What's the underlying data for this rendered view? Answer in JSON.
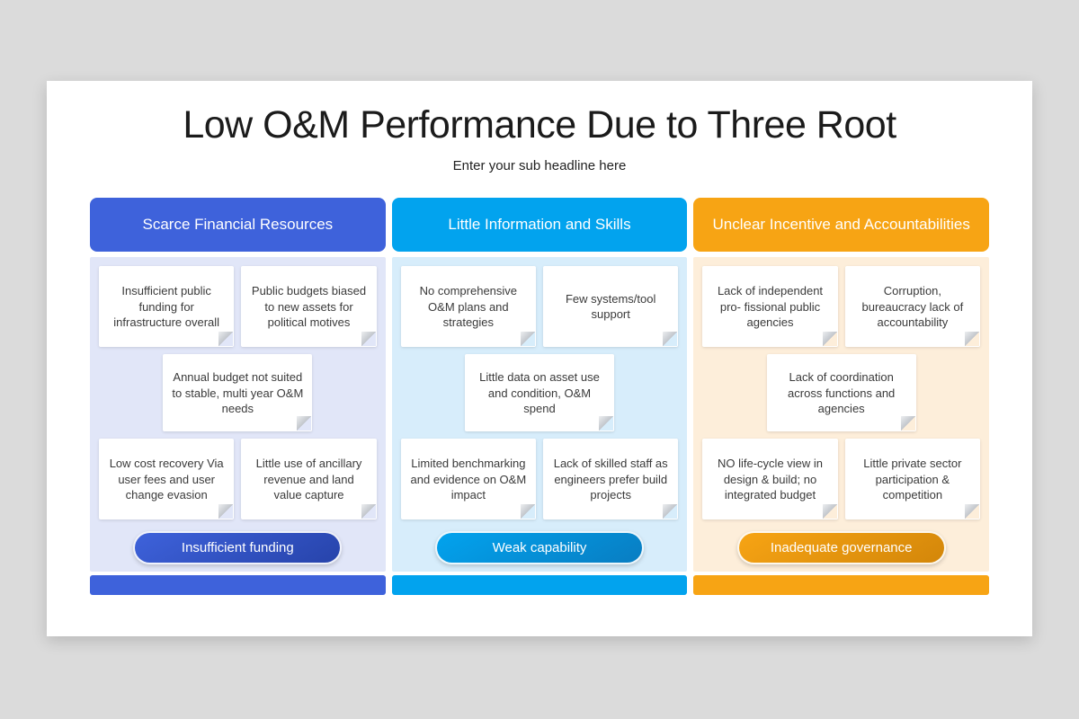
{
  "page": {
    "background": "#dbdbdb",
    "slide_background": "#ffffff"
  },
  "slide": {
    "title": "Low O&M Performance Due to Three Root",
    "subtitle": "Enter your sub headline here"
  },
  "columns": [
    {
      "id": "scarce-financial-resources",
      "header": "Scarce Financial Resources",
      "colors": {
        "accent": "#3e62db",
        "accent_dark": "#2845ad",
        "tint": "#e1e6f8"
      },
      "cards": [
        "Insufficient public funding for infrastructure overall",
        "Public budgets biased to new assets for political motives",
        "Annual budget not suited to stable, multi year O&M needs",
        "Low cost recovery Via user fees and user change evasion",
        "Little use of ancillary revenue and land value capture"
      ],
      "pill": "Insufficient funding"
    },
    {
      "id": "little-information-and-skills",
      "header": "Little Information and Skills",
      "colors": {
        "accent": "#02a3ee",
        "accent_dark": "#087fc4",
        "tint": "#d7edfb"
      },
      "cards": [
        "No comprehensive O&M plans and strategies",
        "Few systems/tool support",
        "Little data on asset use and condition, O&M spend",
        "Limited benchmarking and evidence on O&M impact",
        "Lack of skilled staff as engineers prefer build projects"
      ],
      "pill": "Weak capability"
    },
    {
      "id": "unclear-incentive-and-accountabilities",
      "header": "Unclear Incentive and Accountabilities",
      "colors": {
        "accent": "#f7a414",
        "accent_dark": "#d5880a",
        "tint": "#fdeeda"
      },
      "cards": [
        "Lack of independent pro- fissional public agencies",
        "Corruption, bureaucracy lack of accountability",
        "Lack of coordination across functions and agencies",
        "NO life-cycle view in design & build; no integrated budget",
        "Little private sector participation & competition"
      ],
      "pill": "Inadequate governance"
    }
  ]
}
